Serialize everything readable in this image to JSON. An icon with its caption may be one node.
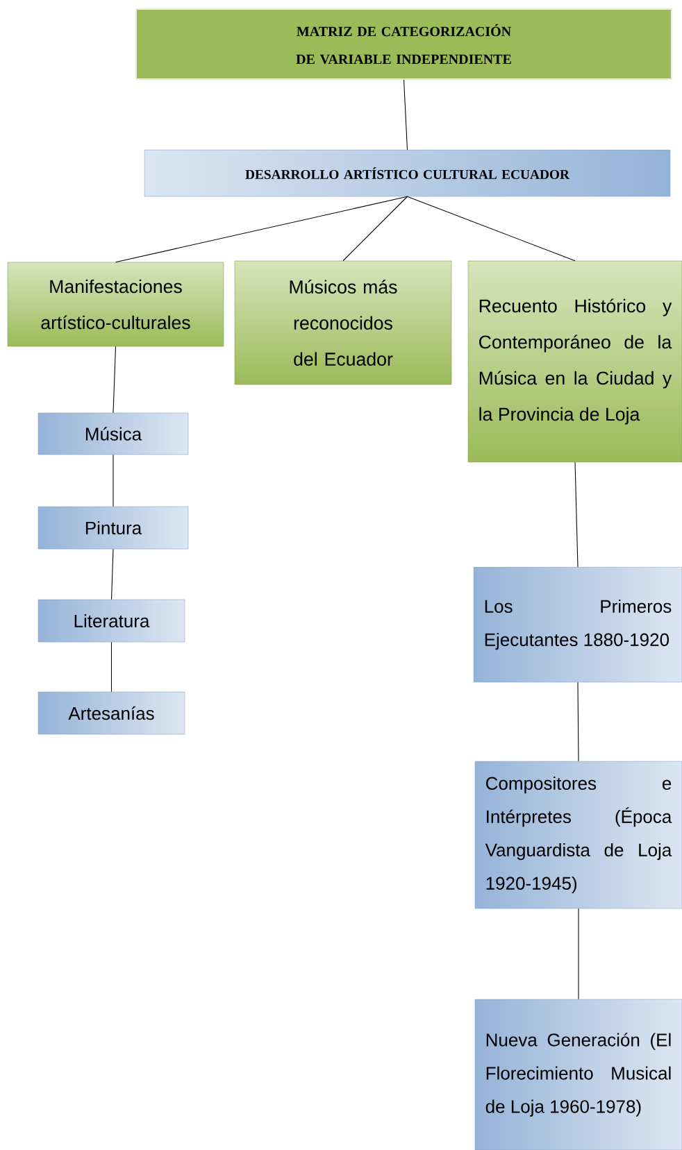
{
  "diagram": {
    "nodes": [
      {
        "text": [
          "MATRIZ DE CATEGORIZACIÓN DE VARIABLE INDEPENDIENTE"
        ]
      },
      {
        "text": [
          "DESARROLLO ARTÍSTICO  CULTURAL ECUADOR"
        ]
      },
      {
        "text": [
          "Manifestaciones artístico-culturales"
        ]
      },
      {
        "text": [
          "Músicos más reconocidos del Ecuador"
        ]
      },
      {
        "text": [
          "Recuento Histórico y Contemporáneo de la Música en la Ciudad y la Provincia de Loja"
        ]
      },
      {
        "text": [
          "Música"
        ]
      },
      {
        "text": [
          "Pintura"
        ]
      },
      {
        "text": [
          "Literatura"
        ]
      },
      {
        "text": [
          "Artesanías"
        ]
      },
      {
        "text": [
          "Los Primeros Ejecutantes 1880-1920"
        ]
      },
      {
        "text": [
          "Compositores e Intérpretes (Época Vanguardista de Loja 1920-1945)"
        ]
      },
      {
        "text": [
          "Nueva Generación (El Florecimiento Musical de Loja 1960-1978)"
        ]
      }
    ],
    "edges": [
      {
        "from": 0,
        "to": 1,
        "arrow": "none"
      },
      {
        "from": 1,
        "to": 2,
        "arrow": "none"
      },
      {
        "from": 1,
        "to": 3,
        "arrow": "none"
      },
      {
        "from": 1,
        "to": 4,
        "arrow": "none"
      },
      {
        "from": 2,
        "to": 5,
        "arrow": "none"
      },
      {
        "from": 5,
        "to": 6,
        "arrow": "none"
      },
      {
        "from": 6,
        "to": 7,
        "arrow": "none"
      },
      {
        "from": 7,
        "to": 8,
        "arrow": "none"
      },
      {
        "from": 4,
        "to": 9,
        "arrow": "none"
      },
      {
        "from": 9,
        "to": 10,
        "arrow": "none"
      },
      {
        "from": 10,
        "to": 11,
        "arrow": "none"
      }
    ]
  }
}
